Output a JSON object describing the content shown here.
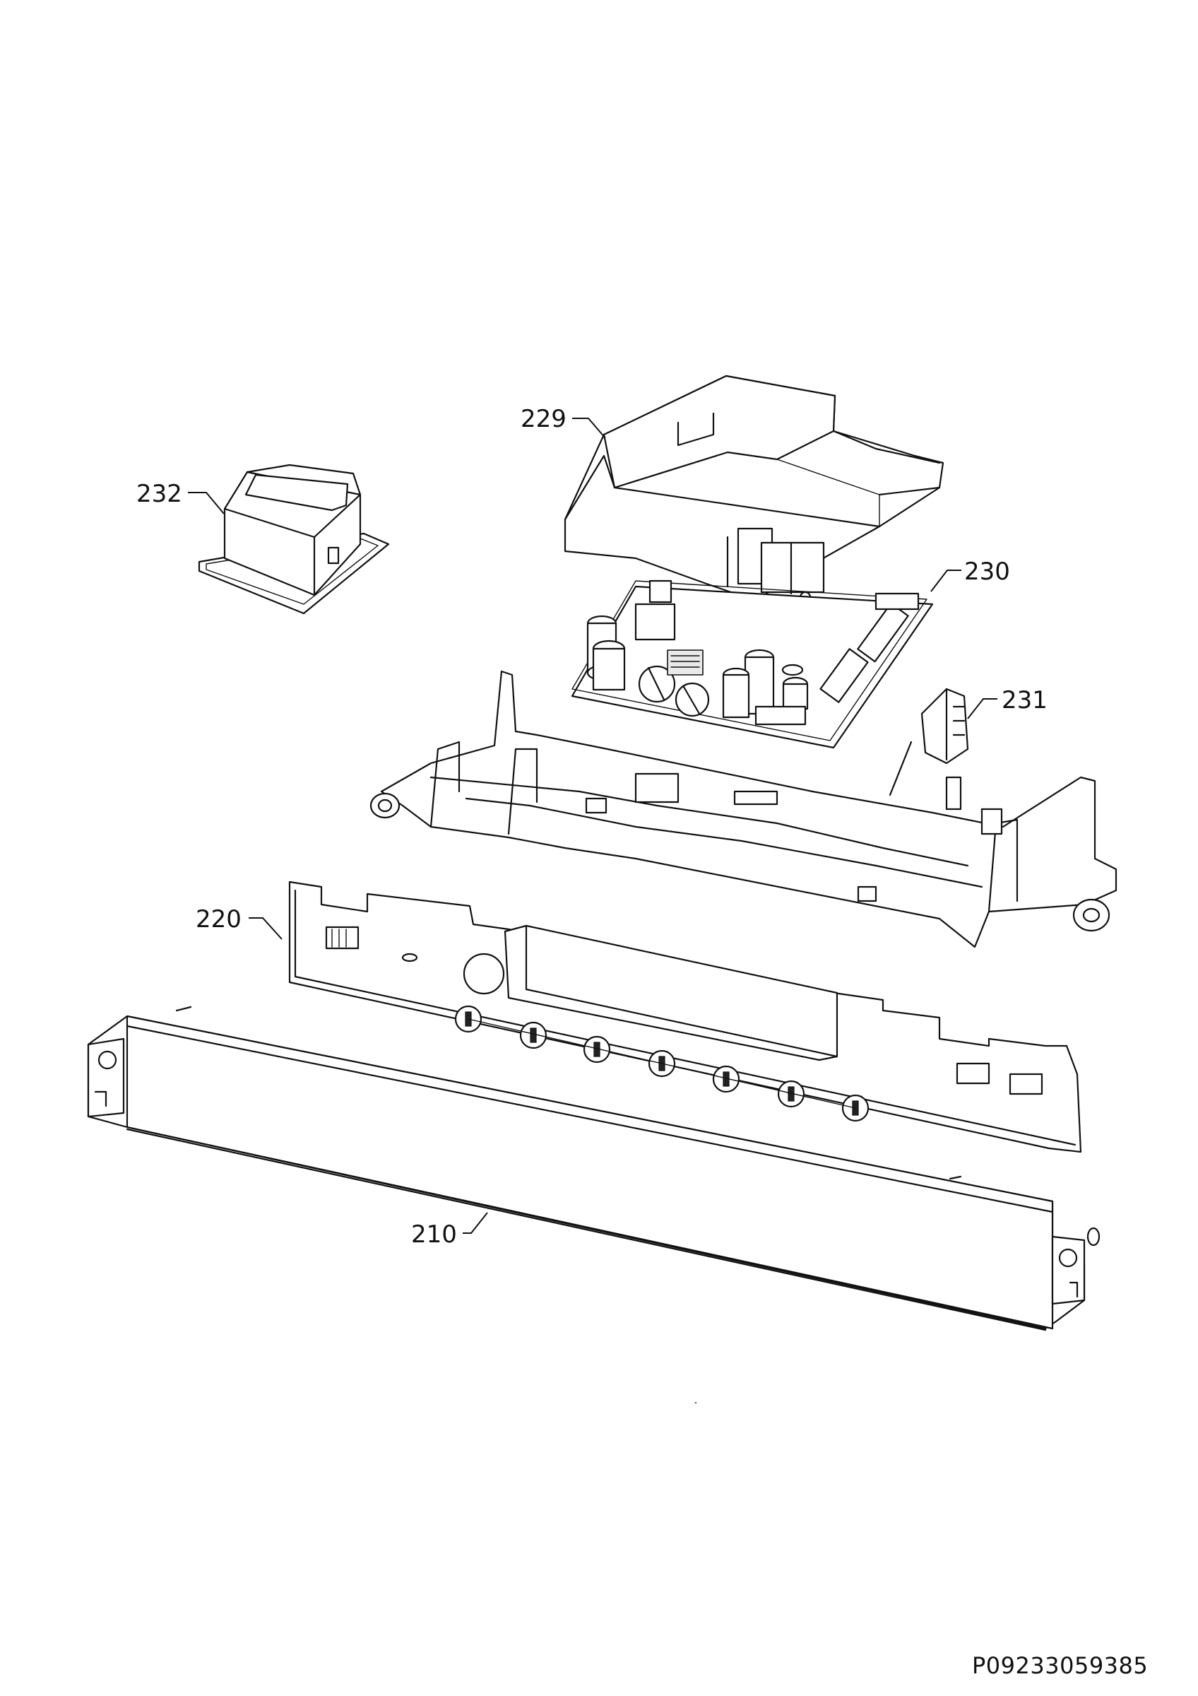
{
  "callouts": {
    "c229": "229",
    "c232": "232",
    "c230": "230",
    "c231": "231",
    "c220": "220",
    "c210": "210"
  },
  "document_id": "P09233059385"
}
